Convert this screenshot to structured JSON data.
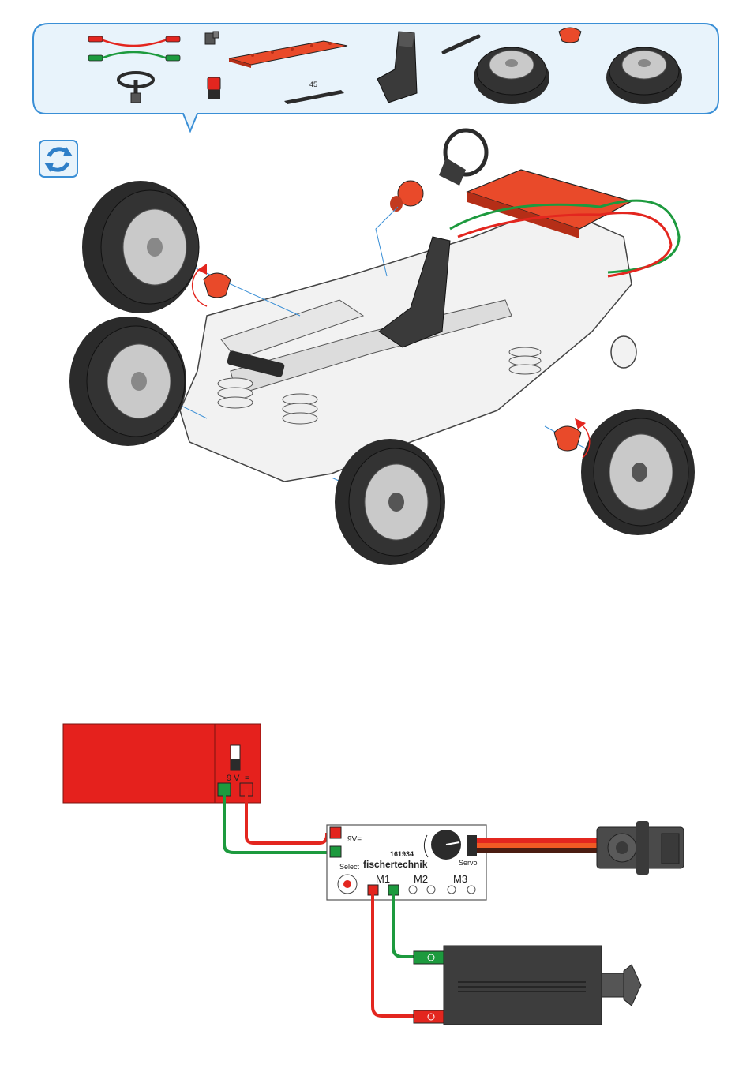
{
  "parts_panel": {
    "beam_length_label": "45"
  },
  "wiring": {
    "battery": {
      "voltage_label": "9 V",
      "polarity_label": "="
    },
    "controller": {
      "part_number": "161934",
      "brand": "fischertechnik",
      "supply_label": "9V=",
      "select_label": "Select",
      "servo_label": "Servo",
      "outputs": [
        "M1",
        "M2",
        "M3"
      ]
    }
  },
  "colors": {
    "panel_border": "#3a8fd6",
    "panel_fill": "#e8f3fb",
    "battery_red": "#e5211d",
    "wire_red": "#e3261f",
    "wire_green": "#1d9a3e",
    "tyre": "#2b2b2b",
    "rim": "#c9c9c9",
    "motor_body": "#3d3d3d",
    "servo_cable_orange": "#f15a24"
  },
  "icons": [
    "rotate-arrows-icon",
    "steering-wheel-icon",
    "wheel-icon",
    "motor-icon",
    "servo-icon"
  ]
}
